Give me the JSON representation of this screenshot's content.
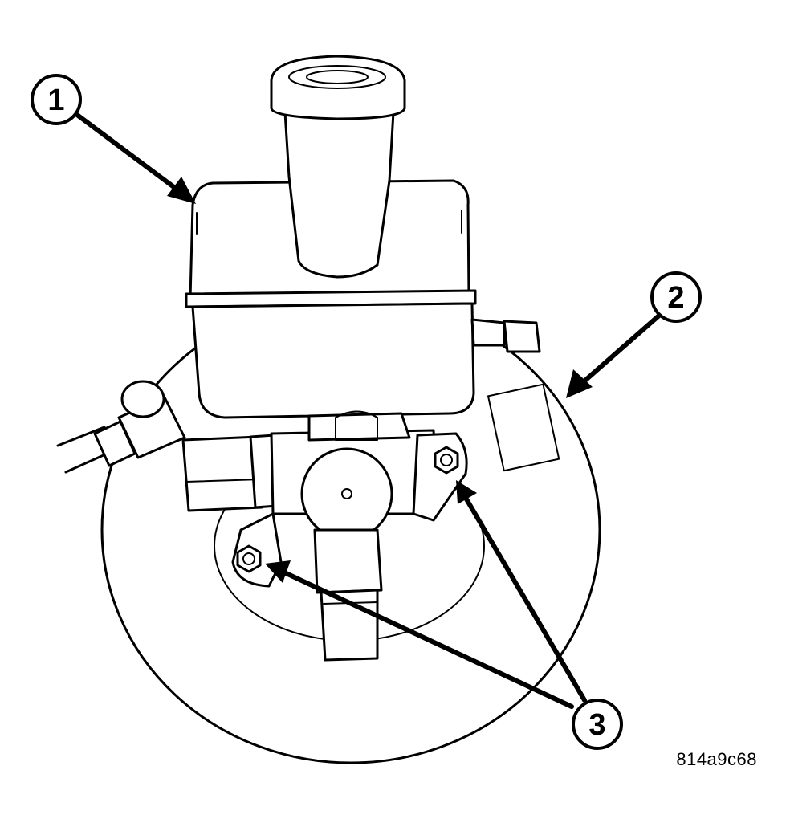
{
  "callouts": [
    {
      "id": "1",
      "label": "1"
    },
    {
      "id": "2",
      "label": "2"
    },
    {
      "id": "3",
      "label": "3"
    }
  ],
  "figure_id": "814a9c68"
}
